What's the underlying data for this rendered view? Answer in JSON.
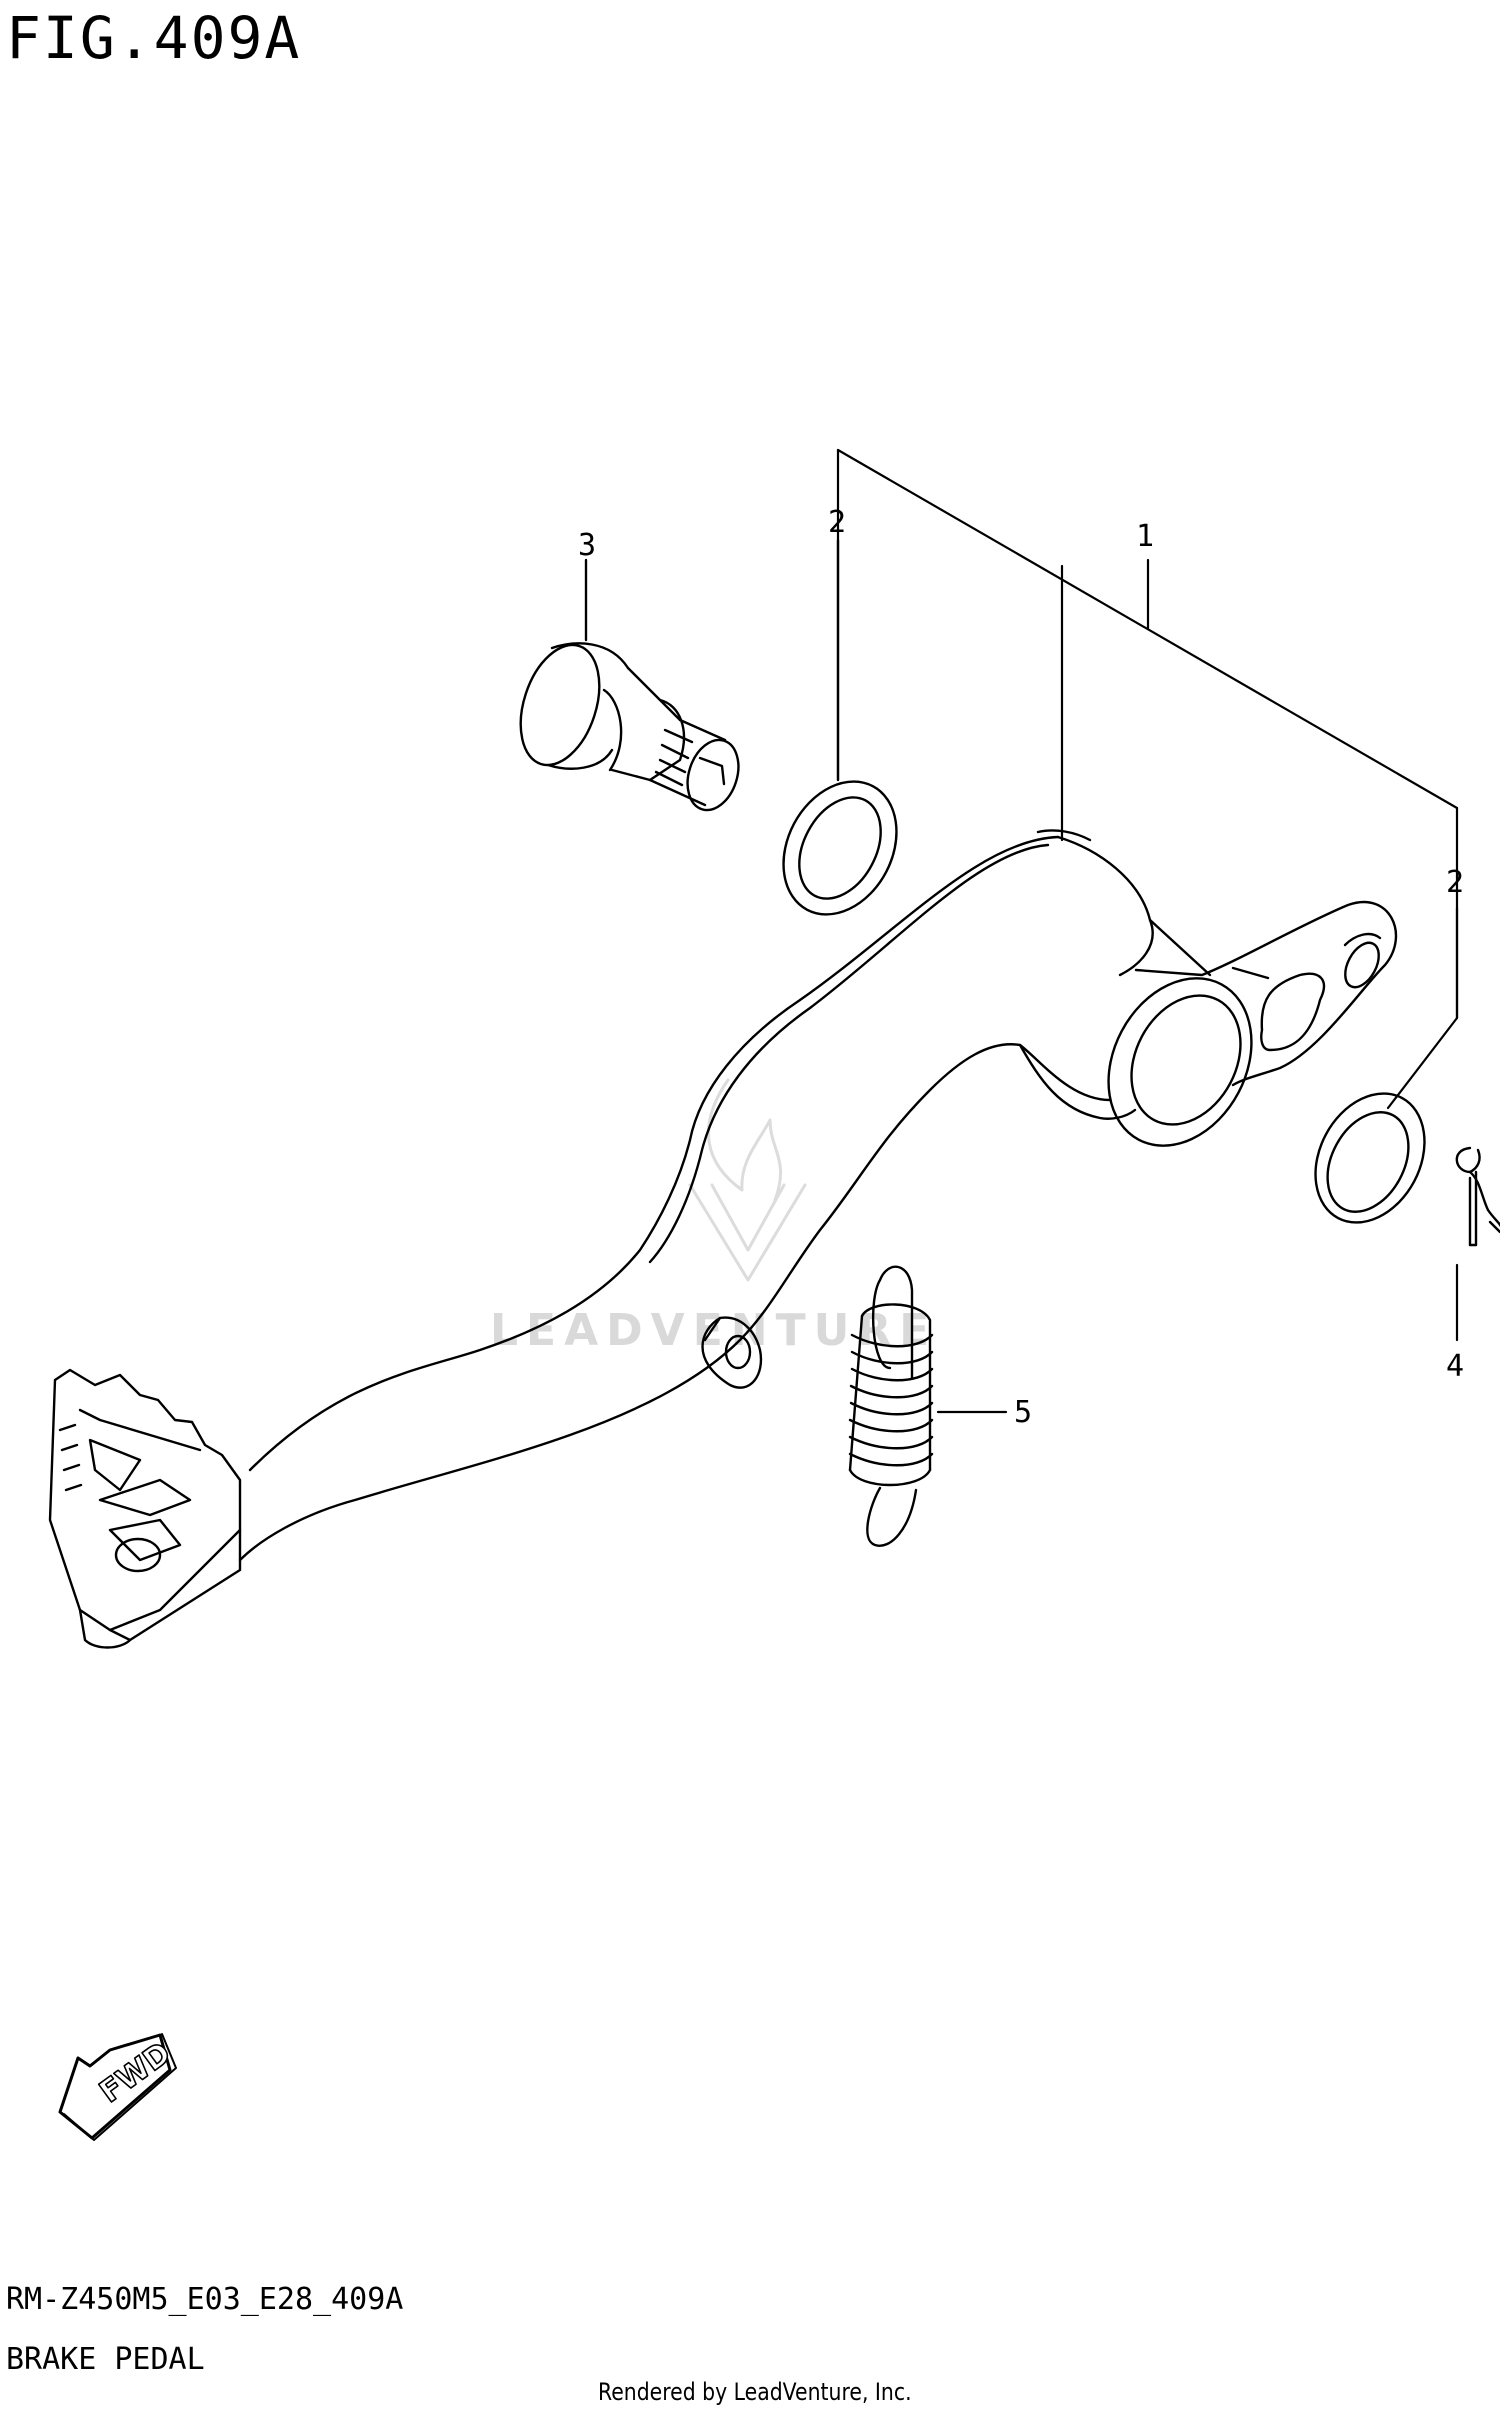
{
  "figure": {
    "title": "FIG.409A",
    "model_code": "RM-Z450M5_E03_E28_409A",
    "caption": "BRAKE PEDAL",
    "rendered_by": "Rendered by LeadVenture, Inc."
  },
  "watermark": {
    "text": "LEADVENTURE"
  },
  "fwd_indicator": {
    "label": "FWD"
  },
  "callouts": {
    "pedal": "1",
    "washer_upper": "2",
    "washer_right": "2",
    "pivot_bolt": "3",
    "cotter_pin": "4",
    "return_spring": "5"
  }
}
